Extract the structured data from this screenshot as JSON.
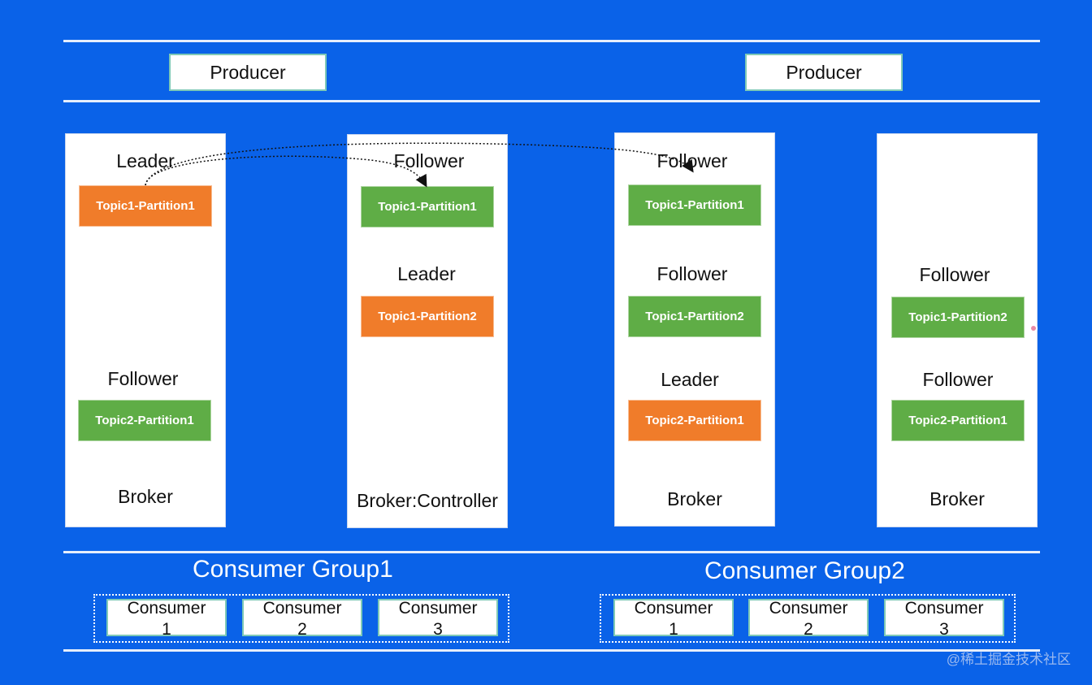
{
  "producers": [
    {
      "label": "Producer"
    },
    {
      "label": "Producer"
    }
  ],
  "brokers": [
    {
      "label": "Broker",
      "roles": [
        "Leader",
        "Follower"
      ],
      "partitions": [
        "Topic1-Partition1",
        "Topic2-Partition1"
      ],
      "partition_types": [
        "leader",
        "follower"
      ]
    },
    {
      "label": "Broker:Controller",
      "roles": [
        "Follower",
        "Leader"
      ],
      "partitions": [
        "Topic1-Partition1",
        "Topic1-Partition2"
      ],
      "partition_types": [
        "follower",
        "leader"
      ]
    },
    {
      "label": "Broker",
      "roles": [
        "Follower",
        "Follower",
        "Leader"
      ],
      "partitions": [
        "Topic1-Partition1",
        "Topic1-Partition2",
        "Topic2-Partition1"
      ],
      "partition_types": [
        "follower",
        "follower",
        "leader"
      ]
    },
    {
      "label": "Broker",
      "roles": [
        "Follower",
        "Follower"
      ],
      "partitions": [
        "Topic1-Partition2",
        "Topic2-Partition1"
      ],
      "partition_types": [
        "follower",
        "follower"
      ]
    }
  ],
  "consumer_groups": [
    {
      "title": "Consumer Group1",
      "consumers": [
        {
          "name": "Consumer",
          "number": "1"
        },
        {
          "name": "Consumer",
          "number": "2"
        },
        {
          "name": "Consumer",
          "number": "3"
        }
      ]
    },
    {
      "title": "Consumer Group2",
      "consumers": [
        {
          "name": "Consumer",
          "number": "1"
        },
        {
          "name": "Consumer",
          "number": "2"
        },
        {
          "name": "Consumer",
          "number": "3"
        }
      ]
    }
  ],
  "watermark": "@稀土掘金技术社区",
  "colors": {
    "background": "#0a62e8",
    "leader_partition": "#f07c2a",
    "follower_partition": "#5fad46",
    "box_border": "#7fc9b6"
  }
}
